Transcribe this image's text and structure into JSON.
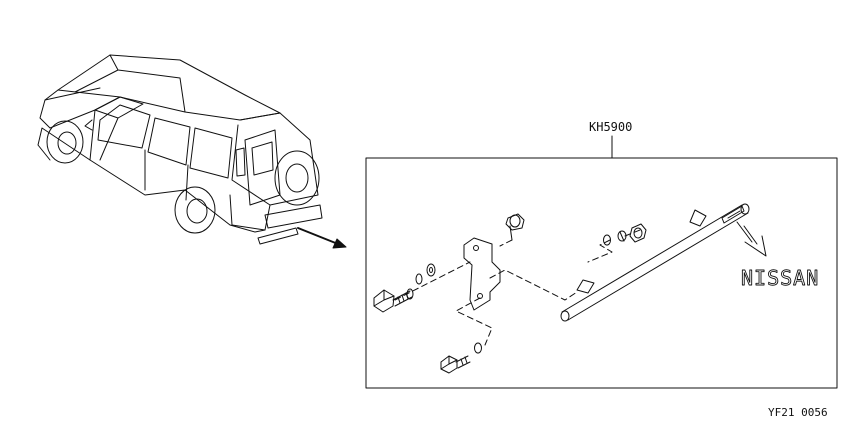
{
  "diagram": {
    "kit_part_number": "KH5900",
    "figure_code": "YF21 0056",
    "logo_text": "NISSAN"
  },
  "colors": {
    "line": "#111111",
    "background": "#ffffff"
  }
}
